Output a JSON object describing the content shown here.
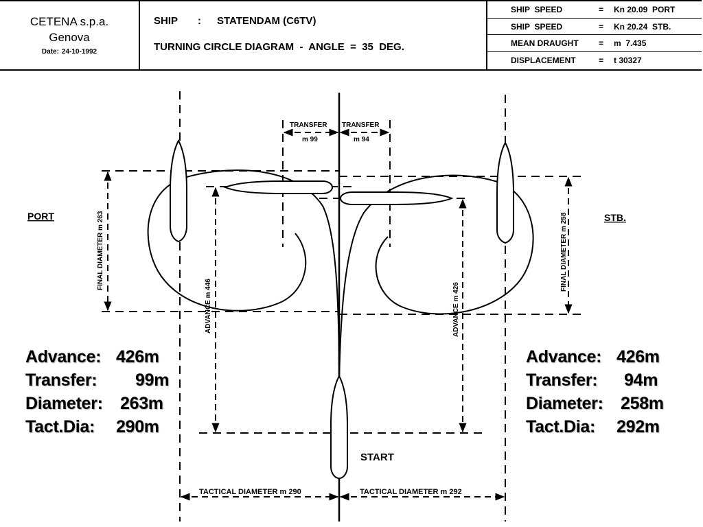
{
  "header": {
    "company": "CETENA s.p.a.",
    "city": "Genova",
    "date_label": "Date:",
    "date": "24-10-1992",
    "ship_label": "SHIP",
    "ship_sep": ":",
    "ship_name": "STATENDAM (C6TV)",
    "diagram_title": "TURNING CIRCLE DIAGRAM  -  ANGLE  =  35  DEG."
  },
  "specs": [
    {
      "label": "SHIP  SPEED",
      "eq": "=",
      "value": "Kn 20.09  PORT"
    },
    {
      "label": "SHIP  SPEED",
      "eq": "=",
      "value": "Kn 20.24  STB."
    },
    {
      "label": "MEAN DRAUGHT",
      "eq": "=",
      "value": "m  7.435"
    },
    {
      "label": "DISPLACEMENT",
      "eq": "=",
      "value": "t 30327"
    }
  ],
  "diagram": {
    "port_label": "PORT",
    "stb_label": "STB.",
    "start_label": "START",
    "transfer_label": "TRANSFER",
    "transfer_port": "m 99",
    "transfer_stb": "m 94",
    "final_diameter_port": "FINAL DIAMETER m 263",
    "final_diameter_stb": "FINAL DIAMETER m 258",
    "advance_port": "ADVANCE m 446",
    "advance_stb": "ADVANCE m 426",
    "tactical_port": "TACTICAL DIAMETER m 290",
    "tactical_stb": "TACTICAL DIAMETER m 292"
  },
  "summary_port": {
    "advance_label": "Advance:",
    "advance_value": "426m",
    "transfer_label": "Transfer:",
    "transfer_value": "99m",
    "diameter_label": "Diameter:",
    "diameter_value": "263m",
    "tactdia_label": "Tact.Dia:",
    "tactdia_value": "290m"
  },
  "summary_stb": {
    "advance_label": "Advance:",
    "advance_value": "426m",
    "transfer_label": "Transfer:",
    "transfer_value": "94m",
    "diameter_label": "Diameter:",
    "diameter_value": "258m",
    "tactdia_label": "Tact.Dia:",
    "tactdia_value": "292m"
  },
  "colors": {
    "ink": "#000000",
    "paper": "#ffffff"
  }
}
